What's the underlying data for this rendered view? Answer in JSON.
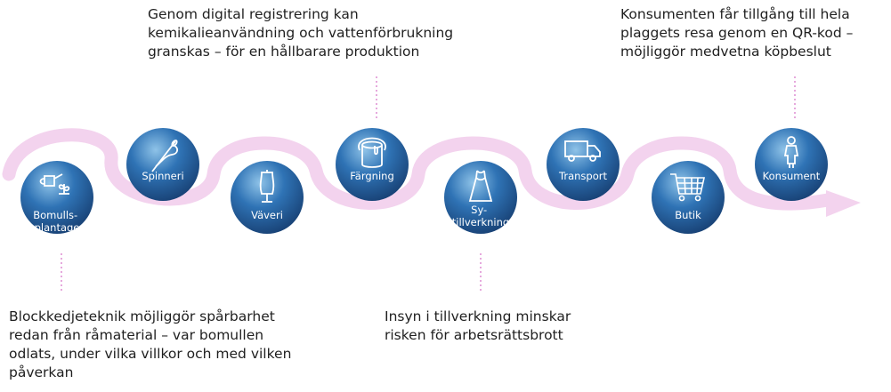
{
  "annotations": {
    "top_middle": {
      "lines": [
        "Genom digital registrering kan",
        "kemikalieanvändning och vattenförbrukning",
        "granskas – för en hållbarare produktion"
      ]
    },
    "top_right": {
      "lines": [
        "Konsumenten får tillgång till hela",
        "plaggets resa genom en QR-kod –",
        "möjliggör medvetna köpbeslut"
      ]
    },
    "bottom_left": {
      "lines": [
        "Blockkedjeteknik möjliggör spårbarhet",
        "redan från råmaterial – var bomullen",
        "odlats, under vilka villkor och med vilken",
        "påverkan"
      ]
    },
    "bottom_middle": {
      "lines": [
        "Insyn i tillverkning minskar",
        "risken för arbetsrättsbrott"
      ]
    }
  },
  "steps": [
    {
      "label_lines": [
        "Bomulls-",
        "plantage"
      ],
      "icon": "watering-can-plant-icon"
    },
    {
      "label_lines": [
        "Spinneri"
      ],
      "icon": "needle-thread-icon"
    },
    {
      "label_lines": [
        "Väveri"
      ],
      "icon": "dress-form-icon"
    },
    {
      "label_lines": [
        "Färgning"
      ],
      "icon": "paint-bucket-icon"
    },
    {
      "label_lines": [
        "Sy-",
        "tillverkning"
      ],
      "icon": "dress-icon"
    },
    {
      "label_lines": [
        "Transport"
      ],
      "icon": "truck-icon"
    },
    {
      "label_lines": [
        "Butik"
      ],
      "icon": "shopping-cart-icon"
    },
    {
      "label_lines": [
        "Konsument"
      ],
      "icon": "person-icon"
    }
  ],
  "colors": {
    "wave": "#f3d3ee",
    "node_light": "#8fc3e8",
    "node_mid": "#2f73b5",
    "node_dark": "#173f72",
    "connector": "#e6a9dd"
  }
}
